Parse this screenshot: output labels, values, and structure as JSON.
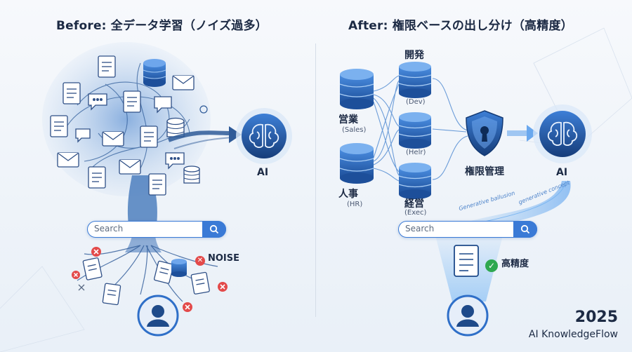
{
  "titles": {
    "before": "Before: 全データ学習（ノイズ過多）",
    "after": "After: 権限ベースの出し分け（高精度）"
  },
  "before": {
    "ai_label": "AI",
    "search_placeholder": "Search",
    "noise_label": "NOISE"
  },
  "after": {
    "departments": [
      {
        "name": "営業",
        "sub": "(Sales)"
      },
      {
        "name": "人事",
        "sub": "(HR)"
      },
      {
        "name": "開発",
        "sub": "(Dev)"
      },
      {
        "name": "",
        "sub": "(Helr)"
      },
      {
        "name": "経営",
        "sub": "(Exec)"
      }
    ],
    "gate_label": "権限管理",
    "ai_label": "AI",
    "flow_text_1": "Generative ballusion",
    "flow_text_2": "generative concept",
    "search_placeholder": "Search",
    "result_label": "高精度"
  },
  "footer": {
    "year": "2025",
    "brand": "AI KnowledgeFlow"
  },
  "colors": {
    "primary": "#2f6fc8",
    "dark_navy": "#1c2a44",
    "noise_red": "#e34a4a",
    "ok_green": "#2fa84f",
    "background": "#f0f4fa"
  }
}
